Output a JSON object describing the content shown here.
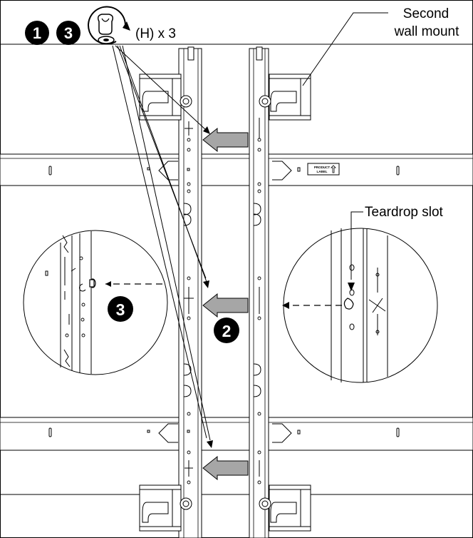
{
  "callouts": {
    "step_1": "1",
    "step_3": "3",
    "screw_count": "(H) x 3",
    "second_wall_mount_line1": "Second",
    "second_wall_mount_line2": "wall mount",
    "teardrop_slot": "Teardrop slot",
    "detail_step_left": "3",
    "detail_step_right": "2"
  },
  "rail_label": {
    "line1": "PRODUCT",
    "line2": "LABEL"
  },
  "icons": {
    "screw": "screw-clockwise-icon",
    "slide_arrow": "slide-left-arrow-icon"
  },
  "colors": {
    "line": "#000000",
    "slide_arrow_fill": "#a6a6a6",
    "callout_circle": "#000000",
    "background": "#ffffff"
  }
}
